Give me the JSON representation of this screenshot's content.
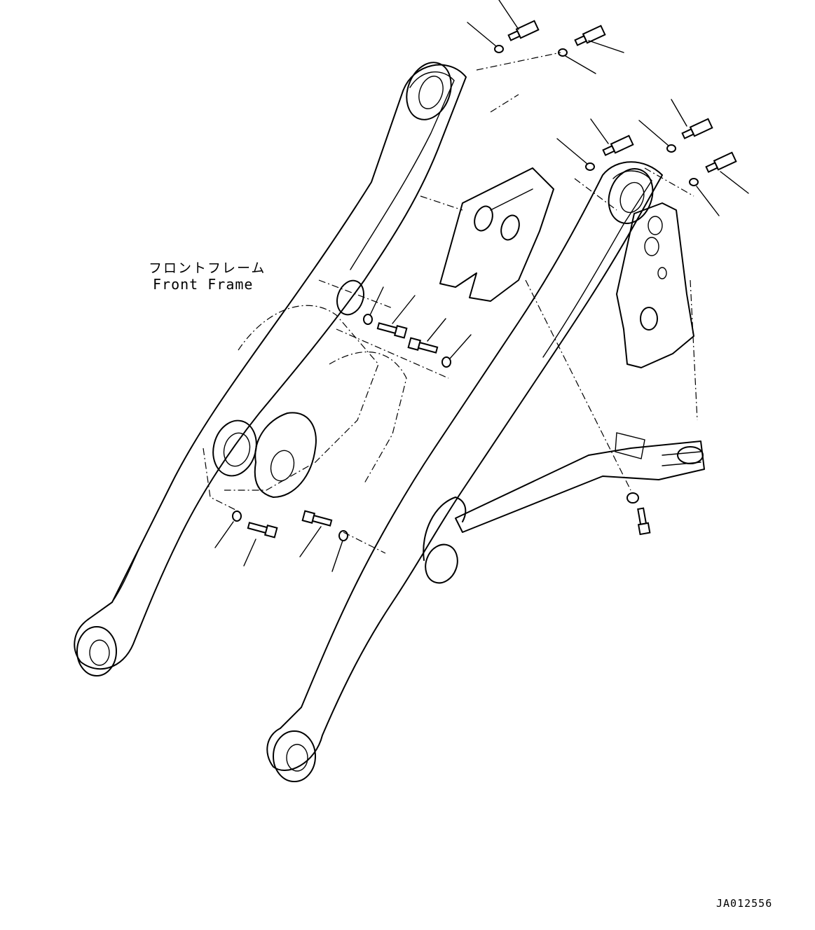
{
  "part_label": {
    "japanese": "フロントフレーム",
    "english": "Front Frame"
  },
  "drawing_id": "JA012556"
}
